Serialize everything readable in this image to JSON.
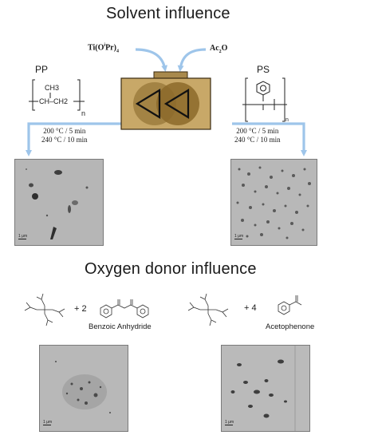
{
  "titles": {
    "solvent": "Solvent influence",
    "oxygen": "Oxygen donor influence"
  },
  "reagents": {
    "left_main": "Ti(O",
    "left_sup": "i",
    "left_tail": "Pr)",
    "left_sub": "4",
    "right_main": "Ac",
    "right_sub": "2",
    "right_tail": "O"
  },
  "polymers": {
    "pp": {
      "label": "PP",
      "methyl": "CH3",
      "backbone": "CH–CH2",
      "n": "n"
    },
    "ps": {
      "label": "PS",
      "n": "n"
    }
  },
  "conditions": {
    "left": [
      "200 °C / 5 min",
      "240 °C / 10 min"
    ],
    "right": [
      "200 °C / 5 min",
      "240 °C / 10 min"
    ]
  },
  "scale_label": "1 μm",
  "oxygen_donors": {
    "left": {
      "coefficient": "+ 2",
      "name": "Benzoic Anhydride"
    },
    "right": {
      "coefficient": "+ 4",
      "name": "Acetophenone"
    }
  },
  "colors": {
    "arrow": "#9ec5ea",
    "reactor_body": "#c8a868",
    "reactor_dark": "#8c6a2a",
    "tem_background": "#b4b4b4"
  },
  "icons": [
    "reactor-icon",
    "ti-isopropoxide-structure",
    "benzoic-anhydride-structure",
    "acetophenone-structure"
  ]
}
